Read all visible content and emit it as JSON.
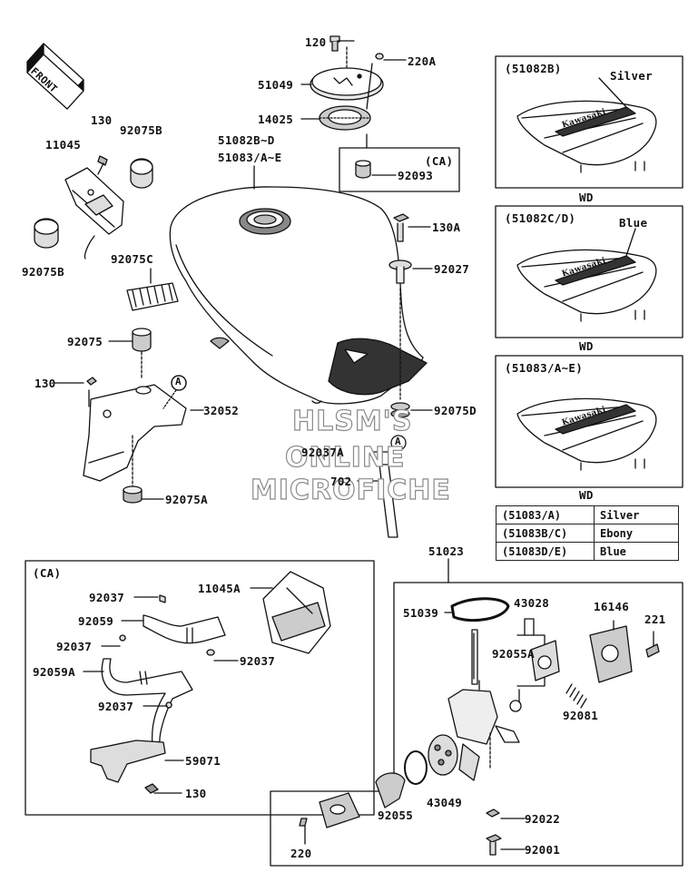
{
  "front_badge": "FRONT",
  "watermark": {
    "line1": "HLSM'S",
    "line2": "ONLINE",
    "line3": "MICROFICHE"
  },
  "labels": {
    "p120": "120",
    "p220A": "220A",
    "p51049": "51049",
    "p14025": "14025",
    "p51082B_D": "51082B~D",
    "p51083_A_E": "51083/A~E",
    "ca_box": "(CA)",
    "p92093": "92093",
    "p130_top": "130",
    "p92075B_top": "92075B",
    "p11045": "11045",
    "p92075B_bottom": "92075B",
    "p92075C": "92075C",
    "p92075": "92075",
    "p130_mid": "130",
    "p32052": "32052",
    "p92075A": "92075A",
    "p130A": "130A",
    "p92027": "92027",
    "p92075D": "92075D",
    "p92037A": "92037A",
    "p702": "702",
    "markA1": "A",
    "markA2": "A",
    "ca_panel": "(CA)",
    "p92037_1": "92037",
    "p92059": "92059",
    "p92037_2": "92037",
    "p92059A": "92059A",
    "p92037_3": "92037",
    "p92037_4": "92037",
    "p11045A": "11045A",
    "p59071": "59071",
    "p130_bottom": "130",
    "p51023": "51023",
    "p51039": "51039",
    "p43028": "43028",
    "p16146": "16146",
    "p221": "221",
    "p92055A": "92055A",
    "p92081": "92081",
    "p43049": "43049",
    "p92055": "92055",
    "p92022": "92022",
    "p92001": "92001",
    "p220": "220"
  },
  "variants": [
    {
      "code": "(51082B)",
      "color": "Silver",
      "tag": "WD"
    },
    {
      "code": "(51082C/D)",
      "color": "Blue",
      "tag": "WD"
    },
    {
      "code": "(51083/A~E)",
      "color": "",
      "tag": "WD"
    }
  ],
  "decal_text": "Kawasaki",
  "color_table": [
    {
      "code": "(51083/A)",
      "color": "Silver"
    },
    {
      "code": "(51083B/C)",
      "color": "Ebony"
    },
    {
      "code": "(51083D/E)",
      "color": "Blue"
    }
  ]
}
